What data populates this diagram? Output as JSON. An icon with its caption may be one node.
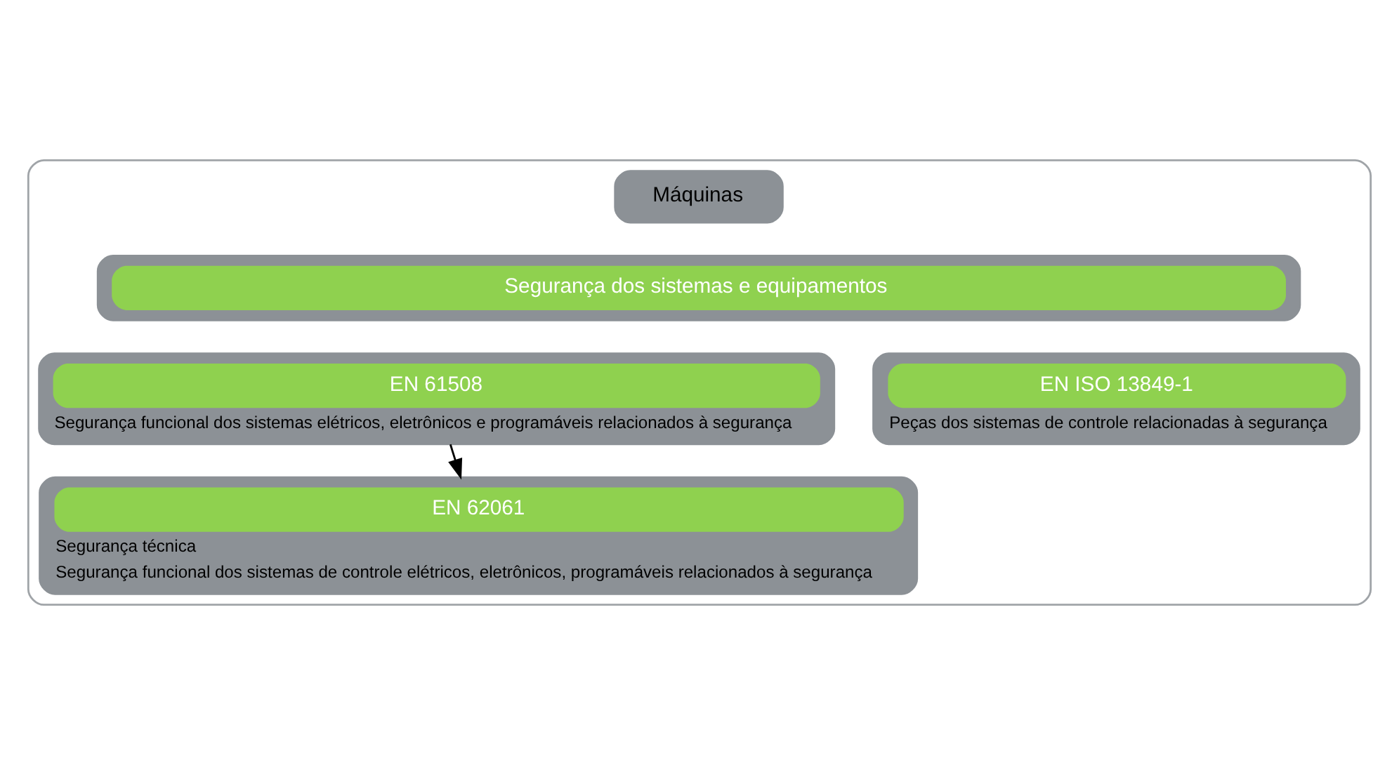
{
  "diagram": {
    "nodes": [
      {
        "text": [],
        "shape": "box"
      },
      {
        "text": [
          "Máquinas"
        ],
        "in": 0
      },
      {
        "text": [
          "Segurança dos sistemas e equipamentos"
        ],
        "in": 0
      },
      {
        "text": [
          "EN 61508",
          "Segurança funcional dos sistemas elétricos, eletrônicos e programáveis relacionados à segurança"
        ],
        "in": 0
      },
      {
        "text": [
          "EN ISO 13849-1",
          "Peças dos sistemas de controle relacionadas à segurança"
        ],
        "in": 0
      },
      {
        "text": [
          "EN 62061",
          "Segurança técnica",
          "Segurança funcional dos sistemas de controle elétricos, eletrônicos, programáveis relacionados à segurança"
        ],
        "in": 0
      }
    ],
    "edges": [
      {
        "from": 3,
        "to": 5,
        "arrow": "to"
      }
    ]
  }
}
